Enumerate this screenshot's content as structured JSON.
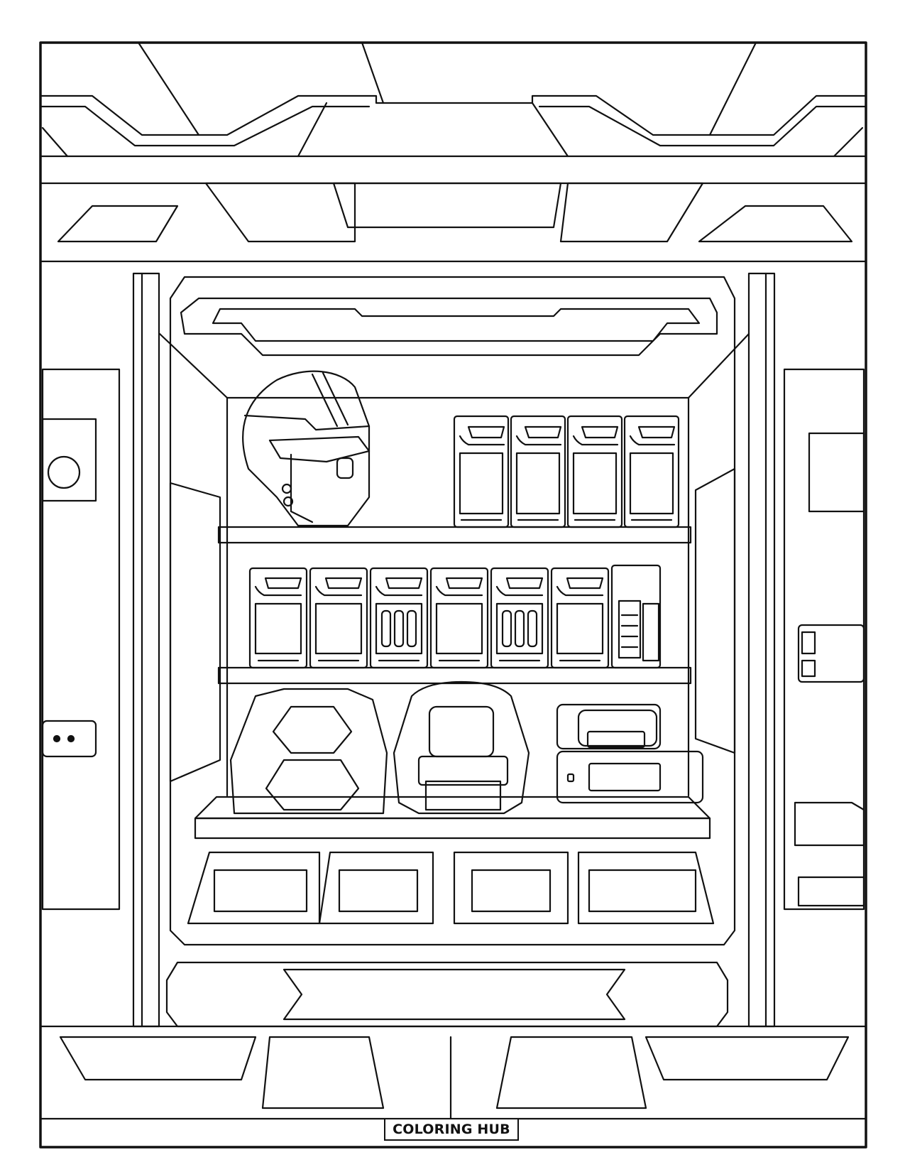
{
  "page": {
    "type": "coloring-page",
    "subject": "sci-fi equipment locker with helmet, armor vest, backpack and supply canisters",
    "stroke_color": "#111111",
    "background_color": "#ffffff"
  },
  "badge": {
    "label": "COLORING HUB"
  },
  "scene": {
    "shelves": [
      {
        "name": "top-shelf",
        "items": [
          "helmet",
          "canister",
          "canister",
          "canister",
          "canister"
        ]
      },
      {
        "name": "middle-shelf",
        "items": [
          "canister",
          "canister",
          "canister",
          "canister",
          "canister",
          "canister",
          "tall-canister"
        ]
      },
      {
        "name": "bottom-shelf",
        "items": [
          "armor-vest",
          "backpack",
          "equipment-case"
        ]
      }
    ],
    "floor_vents": 4
  }
}
